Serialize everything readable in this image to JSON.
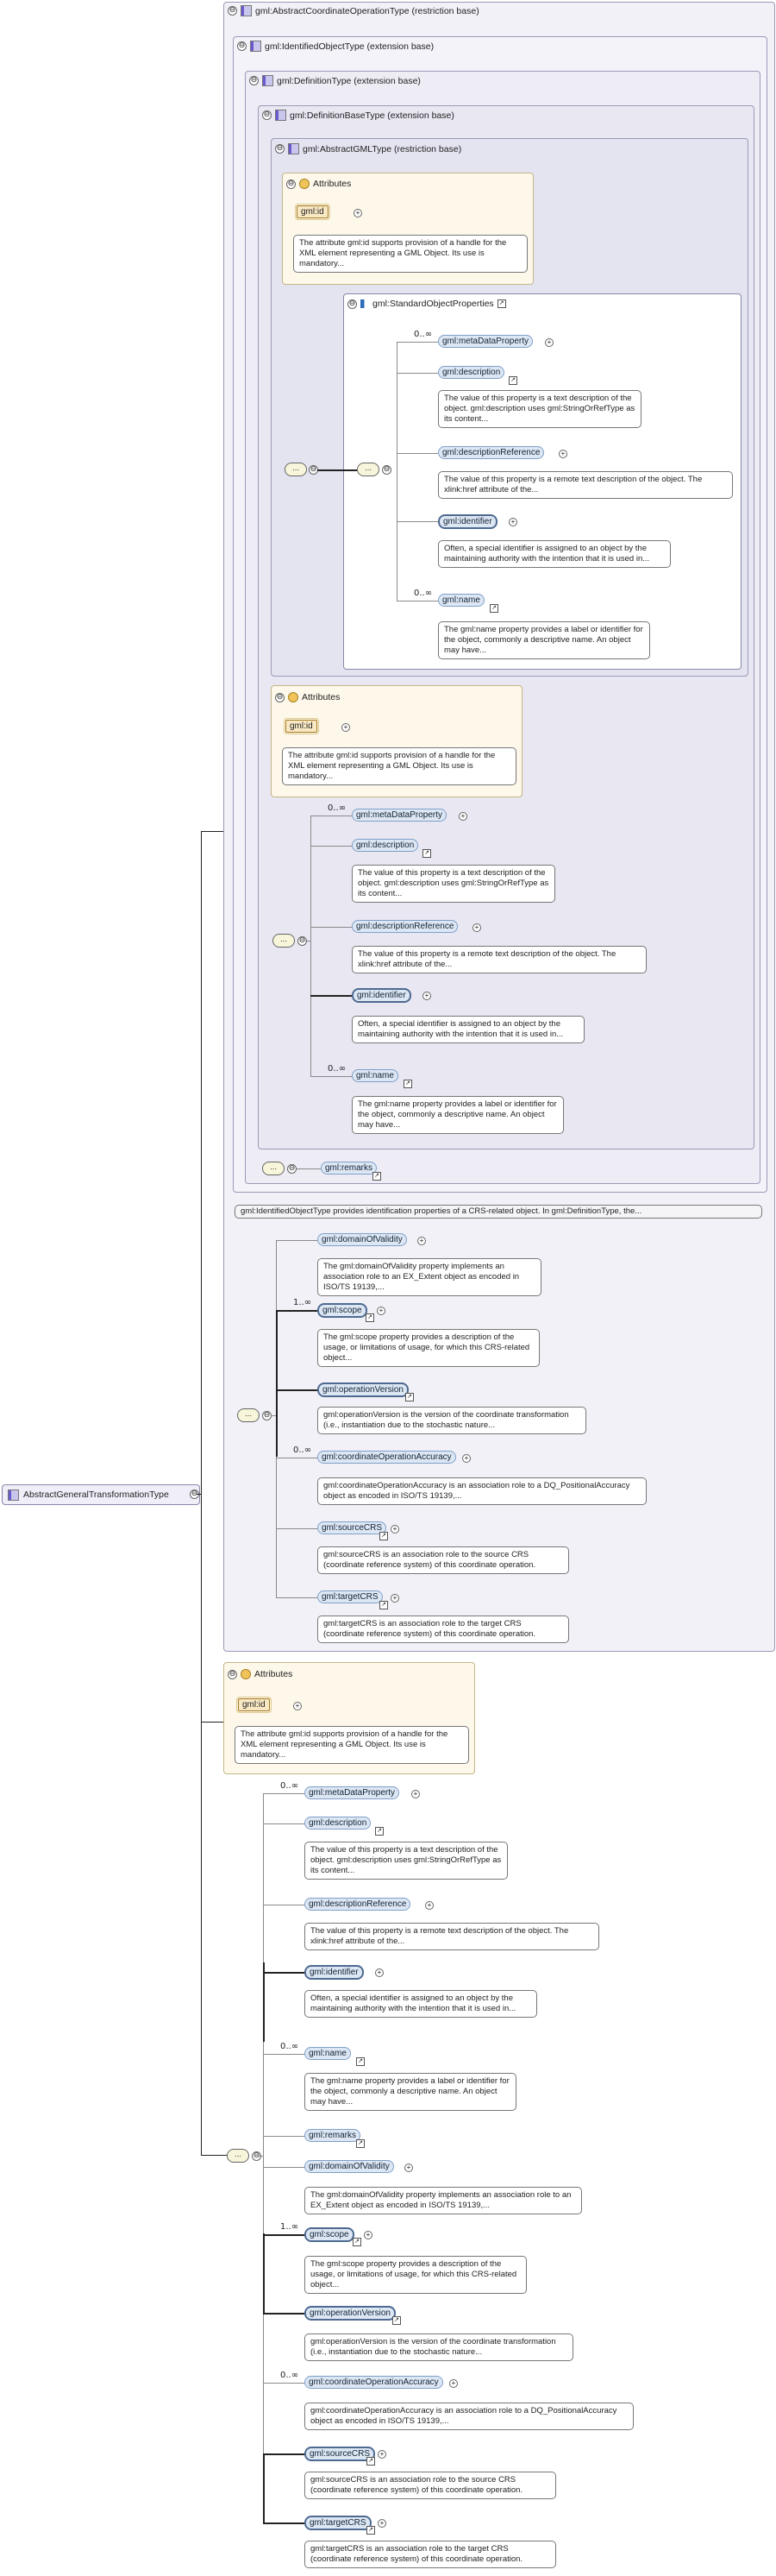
{
  "root": {
    "label": "AbstractGeneralTransformationType"
  },
  "n1": {
    "title": "gml:AbstractCoordinateOperationType (restriction base)"
  },
  "n2": {
    "title": "gml:IdentifiedObjectType (extension base)"
  },
  "n3": {
    "title": "gml:DefinitionType (extension base)"
  },
  "n4": {
    "title": "gml:DefinitionBaseType (extension base)"
  },
  "n5": {
    "title": "gml:AbstractGMLType (restriction base)"
  },
  "attr": {
    "title": "Attributes",
    "gml_id": "gml:id",
    "gml_id_desc": "The attribute gml:id supports provision of a handle for the XML element representing a GML Object. Its use is mandatory..."
  },
  "sop": {
    "title": "gml:StandardObjectProperties"
  },
  "elements": {
    "metaDataProperty": "gml:metaDataProperty",
    "description": "gml:description",
    "description_desc": "The value of this property is a text description of the object. gml:description uses gml:StringOrRefType as its content...",
    "descriptionReference": "gml:descriptionReference",
    "descriptionReference_desc": "The value of this property is a remote text description of the object. The xlink:href attribute of the...",
    "identifier": "gml:identifier",
    "identifier_desc": "Often, a special identifier is assigned to an object by the maintaining authority with the intention that it is used in...",
    "name": "gml:name",
    "name_desc": "The gml:name property provides a label or identifier for the object, commonly a descriptive name. An object may have...",
    "remarks": "gml:remarks",
    "domainOfValidity": "gml:domainOfValidity",
    "domainOfValidity_desc": "The gml:domainOfValidity property implements an association role to an EX_Extent object as encoded in ISO/TS 19139,...",
    "scope": "gml:scope",
    "scope_desc": "The gml:scope property provides a description of the usage, or limitations of usage, for which this CRS-related object...",
    "operationVersion": "gml:operationVersion",
    "operationVersion_desc": "gml:operationVersion is the version of the coordinate transformation (i.e., instantiation due to the stochastic nature...",
    "coordinateOperationAccuracy": "gml:coordinateOperationAccuracy",
    "coordinateOperationAccuracy_desc": "gml:coordinateOperationAccuracy is an association role to a DQ_PositionalAccuracy object as encoded in ISO/TS 19139,...",
    "sourceCRS": "gml:sourceCRS",
    "sourceCRS_desc": "gml:sourceCRS is an association role to the source CRS (coordinate reference system) of this coordinate operation.",
    "targetCRS": "gml:targetCRS",
    "targetCRS_desc": "gml:targetCRS is an association role to the target CRS (coordinate reference system) of this coordinate operation."
  },
  "identifiedObjectNote": "gml:IdentifiedObjectType provides identification properties of a CRS-related object. In gml:DefinitionType, the...",
  "cardinality": {
    "many": "0..∞",
    "oneMany": "1..∞"
  },
  "icons": {
    "expand": "⊖",
    "add": "⊕",
    "seq": "sequence-icon"
  }
}
